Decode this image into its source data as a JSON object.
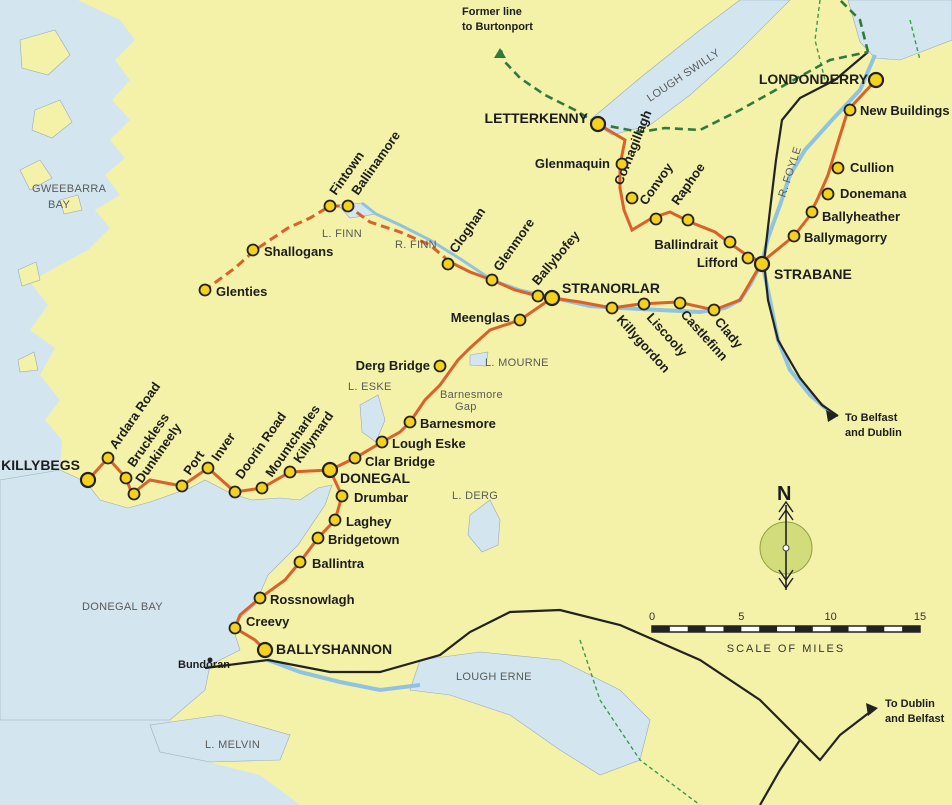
{
  "colors": {
    "land": "#f4f1a8",
    "water": "#d3e6f0",
    "river": "#8fc3e2",
    "railway": "#d9622b",
    "closed_railway": "#d9622b",
    "other_railway": "#222222",
    "former_line": "#2f7a3c",
    "station_fill": "#f3d11c",
    "station_stroke": "#222222",
    "border": "#3d9a4d"
  },
  "stations": [
    {
      "name": "LONDONDERRY",
      "major": true
    },
    {
      "name": "New Buildings"
    },
    {
      "name": "Cullion"
    },
    {
      "name": "Donemana"
    },
    {
      "name": "Ballyheather"
    },
    {
      "name": "Ballymagorry"
    },
    {
      "name": "STRABANE",
      "major": true
    },
    {
      "name": "Lifford"
    },
    {
      "name": "Ballindrait"
    },
    {
      "name": "Raphoe"
    },
    {
      "name": "Convoy"
    },
    {
      "name": "Cornagillagh"
    },
    {
      "name": "Glenmaquin"
    },
    {
      "name": "LETTERKENNY",
      "major": true
    },
    {
      "name": "Clady"
    },
    {
      "name": "Castlefinn"
    },
    {
      "name": "Liscooly"
    },
    {
      "name": "Killygordon"
    },
    {
      "name": "STRANORLAR",
      "major": true
    },
    {
      "name": "Ballybofey"
    },
    {
      "name": "Glenmore"
    },
    {
      "name": "Cloghan"
    },
    {
      "name": "Ballinamore"
    },
    {
      "name": "Fintown"
    },
    {
      "name": "Shallogans"
    },
    {
      "name": "Glenties"
    },
    {
      "name": "Meenglas"
    },
    {
      "name": "Derg Bridge"
    },
    {
      "name": "Barnesmore"
    },
    {
      "name": "Lough Eske"
    },
    {
      "name": "Clar Bridge"
    },
    {
      "name": "DONEGAL",
      "major": true
    },
    {
      "name": "Killymard"
    },
    {
      "name": "Mountcharles"
    },
    {
      "name": "Doorin Road"
    },
    {
      "name": "Inver"
    },
    {
      "name": "Port"
    },
    {
      "name": "Dunkineely"
    },
    {
      "name": "Bruckless"
    },
    {
      "name": "Ardara Road"
    },
    {
      "name": "KILLYBEGS",
      "major": true
    },
    {
      "name": "Drumbar"
    },
    {
      "name": "Laghey"
    },
    {
      "name": "Bridgetown"
    },
    {
      "name": "Ballintra"
    },
    {
      "name": "Rossnowlagh"
    },
    {
      "name": "Creevy"
    },
    {
      "name": "BALLYSHANNON",
      "major": true
    }
  ],
  "places": {
    "bundoran": "Bundoran"
  },
  "water_labels": {
    "gweebarra_1": "GWEEBARRA",
    "gweebarra_2": "BAY",
    "lough_swilly": "LOUGH SWILLY",
    "r_foyle": "R. FOYLE",
    "l_finn": "L. FINN",
    "r_finn": "R. FINN",
    "l_mourne": "L. MOURNE",
    "l_eske": "L. ESKE",
    "l_derg": "L. DERG",
    "donegal_bay": "DONEGAL BAY",
    "lough_erne": "LOUGH ERNE",
    "l_melvin": "L. MELVIN",
    "barnesmore_gap_1": "Barnesmore",
    "barnesmore_gap_2": "Gap"
  },
  "notes": {
    "former_line_1": "Former line",
    "former_line_2": "to Burtonport",
    "belfast_dublin_1": "To Belfast",
    "belfast_dublin_2": "and Dublin",
    "dublin_belfast_1": "To Dublin",
    "dublin_belfast_2": "and Belfast"
  },
  "compass": {
    "label": "N"
  },
  "scale": {
    "ticks": [
      "0",
      "5",
      "10",
      "15"
    ],
    "tick_values": [
      0,
      5,
      10,
      15
    ],
    "max_miles": 15,
    "title": "SCALE OF MILES"
  }
}
